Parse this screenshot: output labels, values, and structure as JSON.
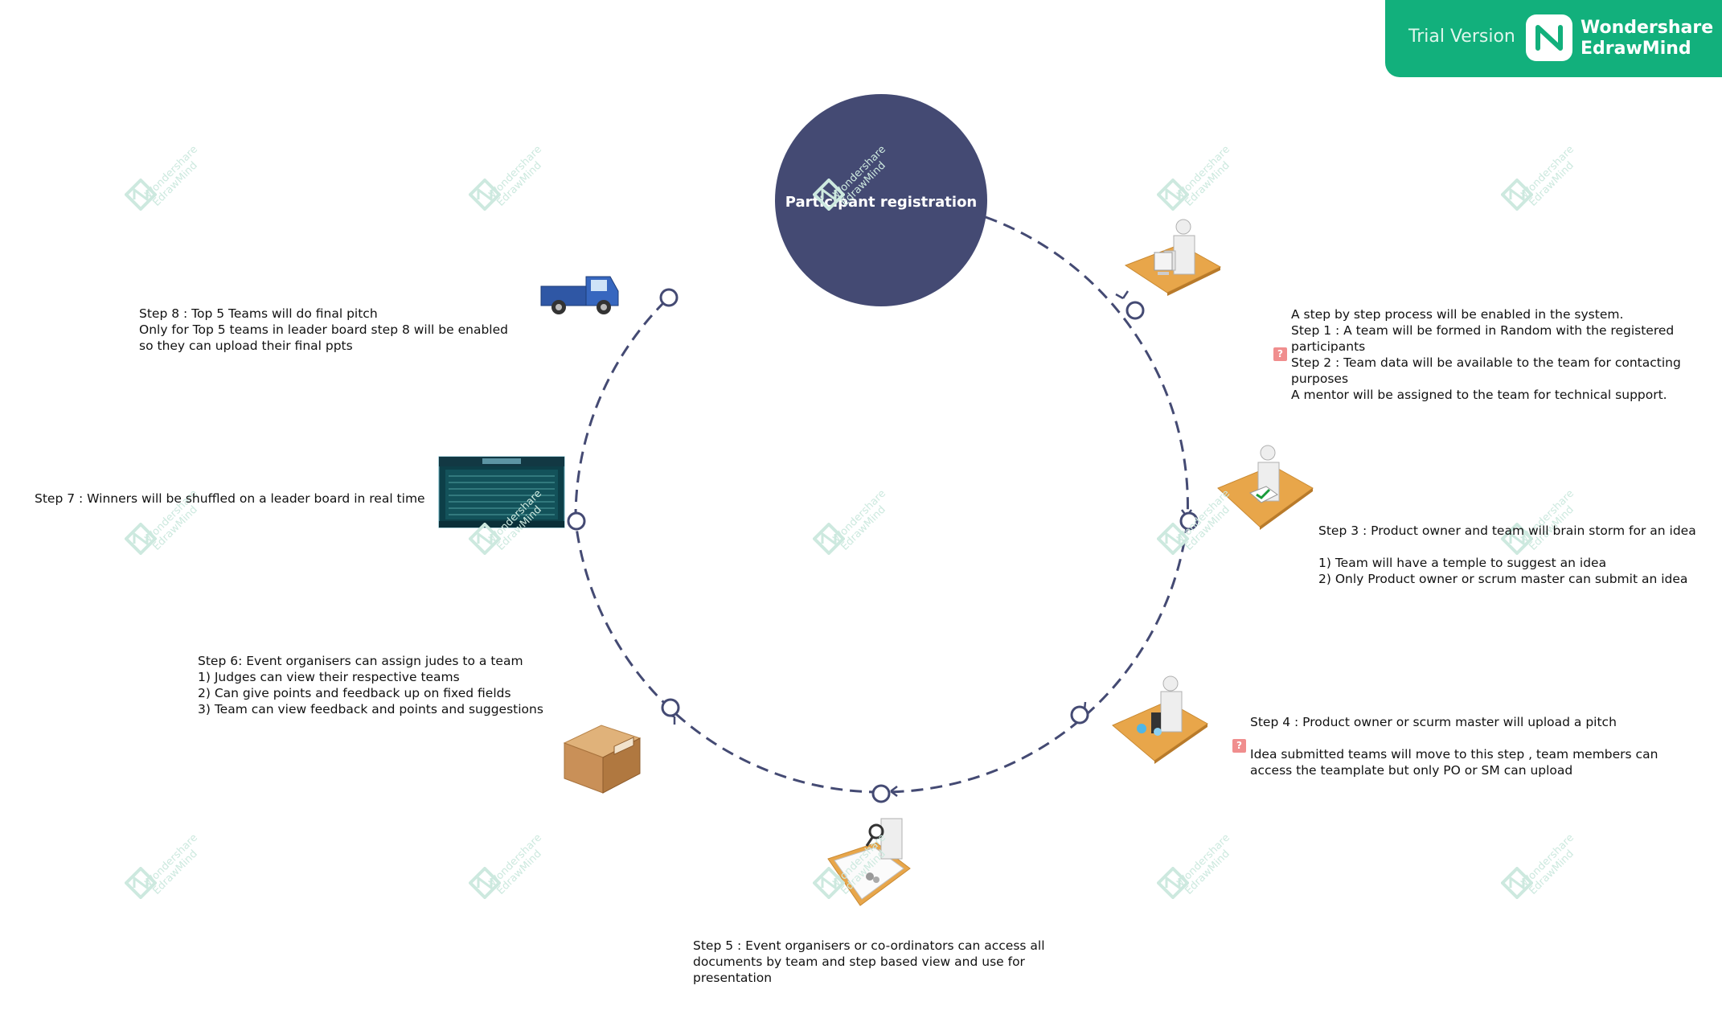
{
  "center": {
    "title": "Participant registration"
  },
  "steps": {
    "intro": "A step by step process will be enabled in the system.\nStep 1 : A team will be formed in Random with the registered\nparticipants\nStep 2 : Team data will be available to the team for contacting\npurposes\nA mentor will be assigned to the team for technical support.",
    "step3": "Step 3 : Product owner and team will brain storm for an idea\n\n1) Team will have a temple to suggest an idea\n2) Only Product owner or scrum master can submit an idea",
    "step4": "Step 4 : Product owner or scurm master will upload a pitch\n\nIdea submitted teams will move to this step , team members can\naccess the teamplate but only PO or SM can upload",
    "step5": "Step 5 : Event organisers or co-ordinators can access all\ndocuments by team and step based view and use for\npresentation",
    "step6": "Step 6: Event organisers can assign judes to a team\n1) Judges can view their respective teams\n2) Can give points and feedback up on fixed fields\n3) Team can view feedback and points and suggestions",
    "step7": "Step 7 : Winners will be shuffled on a leader board in real time",
    "step8": "Step 8 : Top 5 Teams will do final pitch\nOnly for Top 5 teams in leader board step 8 will be enabled\nso they can upload their final ppts"
  },
  "badge": {
    "trial": "Trial Version",
    "brand_line1": "Wondershare",
    "brand_line2": "EdrawMind"
  },
  "watermark": {
    "line1": "Wondershare",
    "line2": "EdrawMind"
  },
  "colors": {
    "node": "#444a73",
    "accent": "#12b07c",
    "desk": "#e8a64a",
    "note_icon": "#f08e8e"
  }
}
